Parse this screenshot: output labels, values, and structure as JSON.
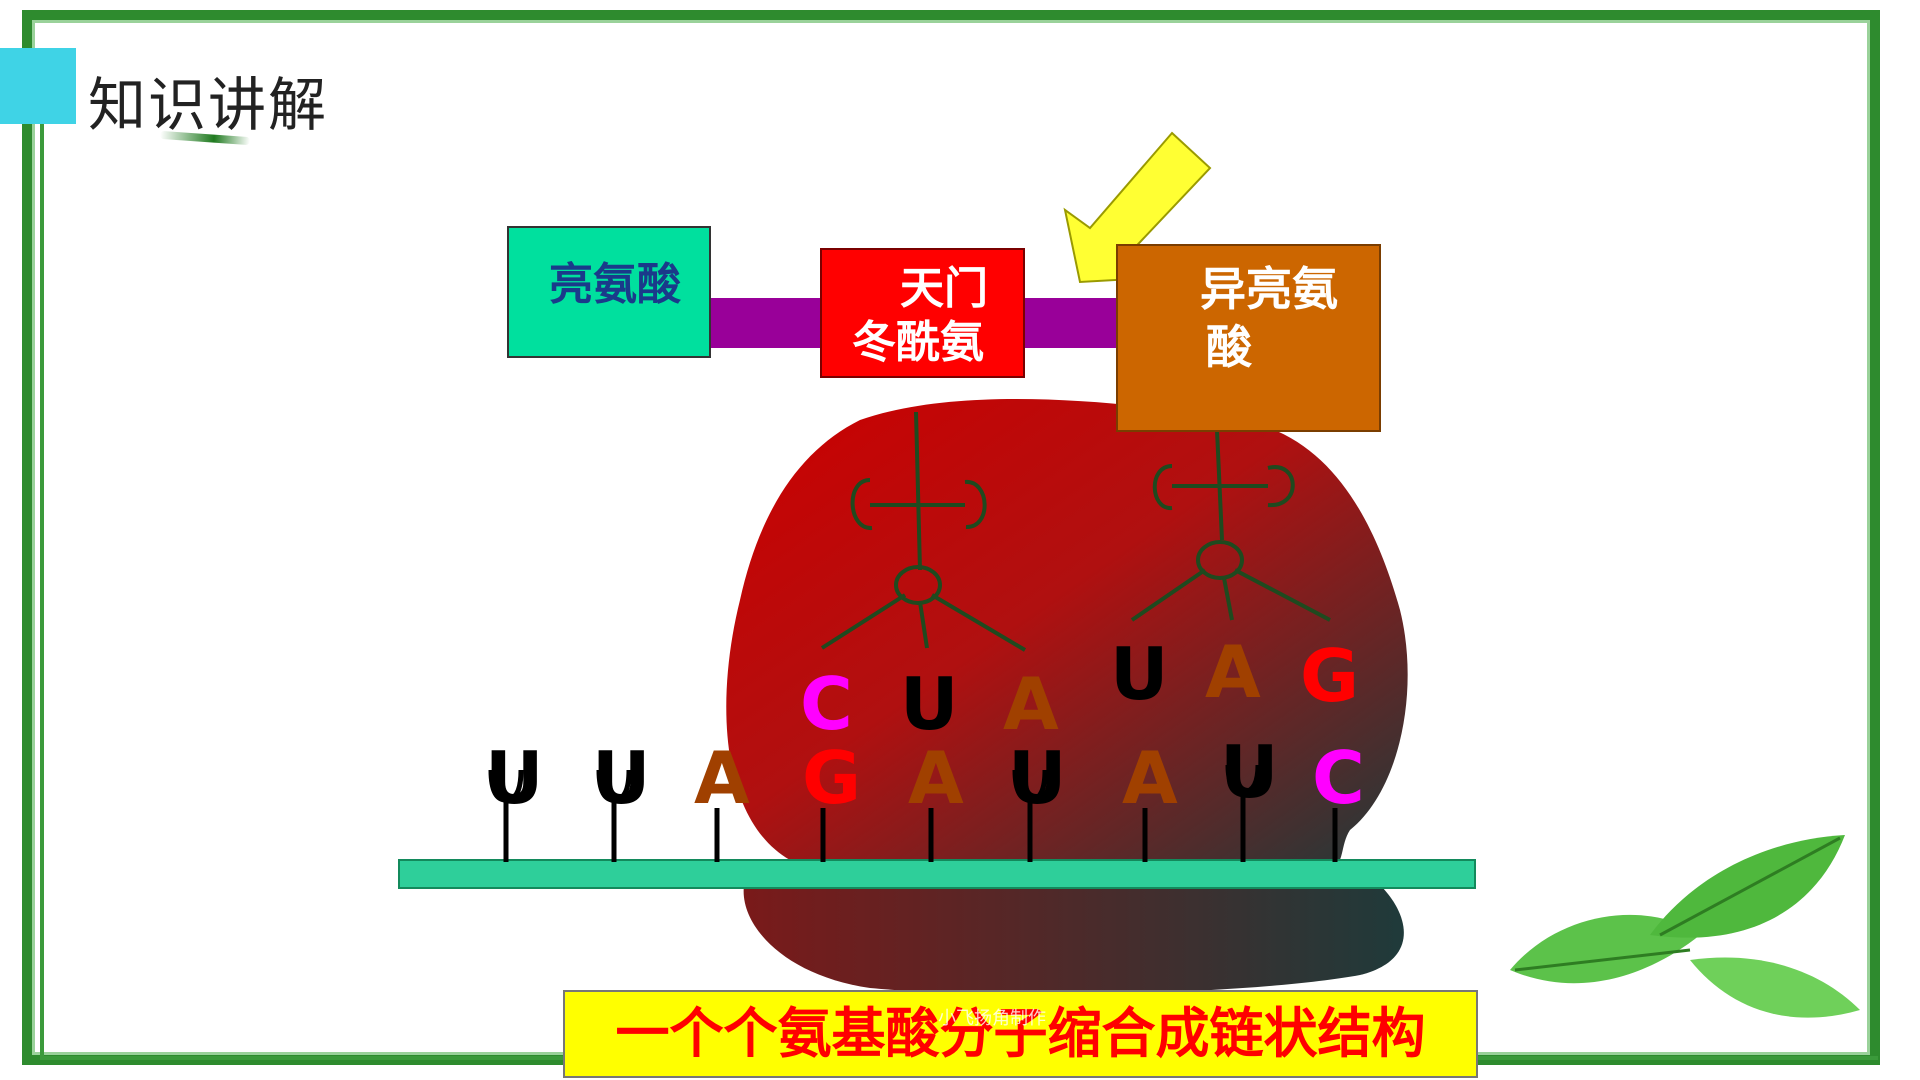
{
  "title": "知识讲解",
  "amino_acids": {
    "leucine": "亮氨酸",
    "asparagine_line1": "天门",
    "asparagine_line2": "冬酰氨",
    "isoleucine_line1": "异亮氨",
    "isoleucine_line2": "酸"
  },
  "anticodons": [
    {
      "letter": "C",
      "color": "#ff00ff"
    },
    {
      "letter": "U",
      "color": "#000000"
    },
    {
      "letter": "A",
      "color": "#a04000"
    },
    {
      "letter": "U",
      "color": "#000000"
    },
    {
      "letter": "A",
      "color": "#a04000"
    },
    {
      "letter": "G",
      "color": "#ff0000"
    }
  ],
  "mrna_bases": [
    {
      "letter": "U",
      "color": "#000000"
    },
    {
      "letter": "U",
      "color": "#000000"
    },
    {
      "letter": "A",
      "color": "#a04000"
    },
    {
      "letter": "G",
      "color": "#ff0000"
    },
    {
      "letter": "A",
      "color": "#a04000"
    },
    {
      "letter": "U",
      "color": "#000000"
    },
    {
      "letter": "A",
      "color": "#a04000"
    },
    {
      "letter": "U",
      "color": "#000000"
    },
    {
      "letter": "C",
      "color": "#ff00ff"
    }
  ],
  "caption": "一个个氨基酸分子缩合成链状结构",
  "watermark": "小飞扬角制作",
  "colors": {
    "frame": "#2e8b2e",
    "accent": "#3fd3e6",
    "leucine_box": "#00e09e",
    "asparagine_box": "#ff0000",
    "isoleucine_box": "#cc6600",
    "peptide_bond": "#990099",
    "mrna_strand": "#2ecf9a",
    "arrow": "#ffff33",
    "trna_stroke": "#1f4a1f",
    "caption_bg": "#ffff00"
  }
}
